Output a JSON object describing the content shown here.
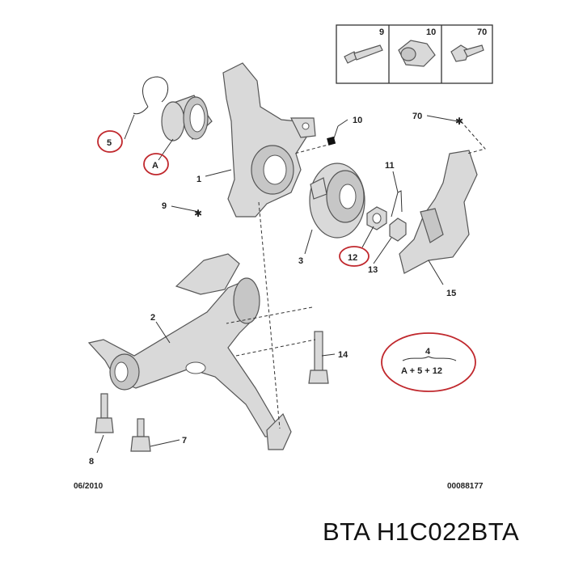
{
  "legend_box": {
    "numbers": [
      "9",
      "10",
      "70"
    ]
  },
  "callouts": {
    "c1": "1",
    "c2": "2",
    "c3": "3",
    "c4": "4",
    "c5": "5",
    "c7": "7",
    "c8": "8",
    "c9": "9",
    "c10": "10",
    "c11": "11",
    "c12": "12",
    "c13": "13",
    "c14": "14",
    "c15": "15",
    "c70": "70",
    "cA": "A"
  },
  "kit_formula": "A + 5 + 12",
  "footer": {
    "date": "06/2010",
    "code": "00088177"
  },
  "brand_label": "BTA H1C022BTA",
  "colors": {
    "highlight_ring": "#c0282d",
    "part_fill": "#d9d9d9",
    "line": "#333333"
  }
}
